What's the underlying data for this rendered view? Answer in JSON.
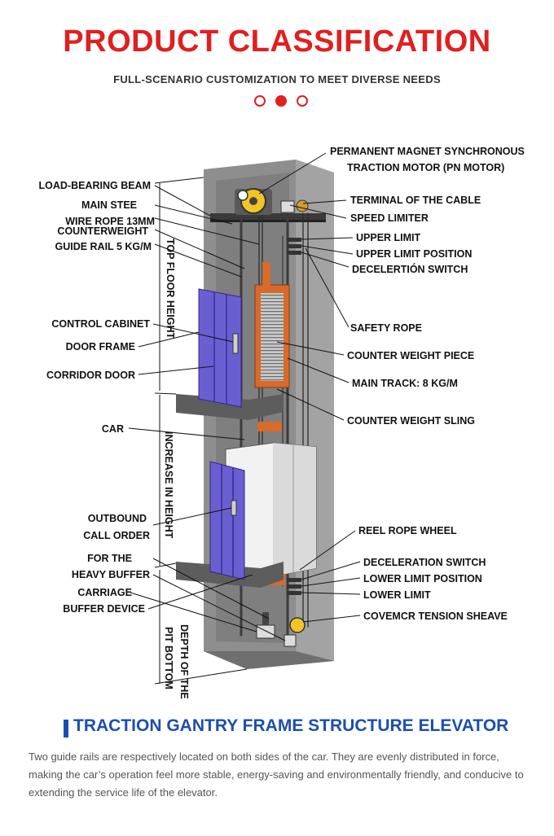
{
  "header": {
    "title": "PRODUCT CLASSIFICATION",
    "subtitle": "FULL-SCENARIO CUSTOMIZATION TO MEET DIVERSE NEEDS"
  },
  "colors": {
    "accent_red": "#e02020",
    "accent_blue": "#1a4fb0",
    "shaft_gray": "#8a8a8a",
    "door_purple": "#6a5fd0",
    "counterweight_orange": "#d86a2a"
  },
  "diagram": {
    "labels_left": [
      "LOAD-BEARING BEAM",
      "MAIN STEE",
      "WIRE ROPE 13MM",
      "COUNTERWEIGHT",
      "GUIDE RAIL 5 KG/M",
      "CONTROL CABINET",
      "DOOR FRAME",
      "CORRIDOR DOOR",
      "CAR",
      "OUTBOUND",
      "CALL ORDER",
      "FOR THE",
      "HEAVY BUFFER",
      "CARRIAGE",
      "BUFFER DEVICE"
    ],
    "labels_right": [
      "PERMANENT MAGNET SYNCHRONOUS",
      "TRACTION MOTOR (PN MOTOR)",
      "TERMINAL OF THE CABLE",
      "SPEED LIMITER",
      "UPPER LIMIT",
      "UPPER LIMIT POSITION",
      "DECELERTIÓN SWITCH",
      "SAFETY ROPE",
      "COUNTER WEIGHT PIECE",
      "MAIN TRACK: 8 KG/M",
      "COUNTER WEIGHT SLING",
      "REEL ROPE WHEEL",
      "DECELERATION SWITCH",
      "LOWER LIMIT POSITION",
      "LOWER LIMIT",
      "COVEMCR TENSION SHEAVE"
    ],
    "dimension_labels": {
      "top_floor": "TOP FLOOR HEIGHT",
      "increase": "INCREASE IN HEIGHT",
      "pit_line1": "DEPTH OF THE",
      "pit_line2": "PIT BOTTOM"
    }
  },
  "section": {
    "title": "TRACTION GANTRY FRAME STRUCTURE ELEVATOR",
    "description": "Two guide rails are respectively located on both sides of the car. They are evenly distributed in force, making the car’s operation feel more stable, energy-saving and environmentally friendly, and conducive to extending the service life of the elevator."
  }
}
